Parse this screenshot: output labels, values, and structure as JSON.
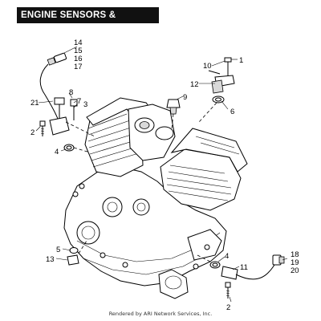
{
  "title": "ENGINE SENSORS & SWITCHES",
  "footer": "Rendered by ARI Network Services, Inc.",
  "callouts": {
    "c1": "1",
    "c2a": "2",
    "c2b": "2",
    "c3": "3",
    "c4a": "4",
    "c4b": "4",
    "c5": "5",
    "c6": "6",
    "c7": "7",
    "c8": "8",
    "c9": "9",
    "c10": "10",
    "c11": "11",
    "c12": "12",
    "c13": "13",
    "c14": "14",
    "c15": "15",
    "c16": "16",
    "c17": "17",
    "c18": "18",
    "c19": "19",
    "c20": "20",
    "c21": "21"
  }
}
